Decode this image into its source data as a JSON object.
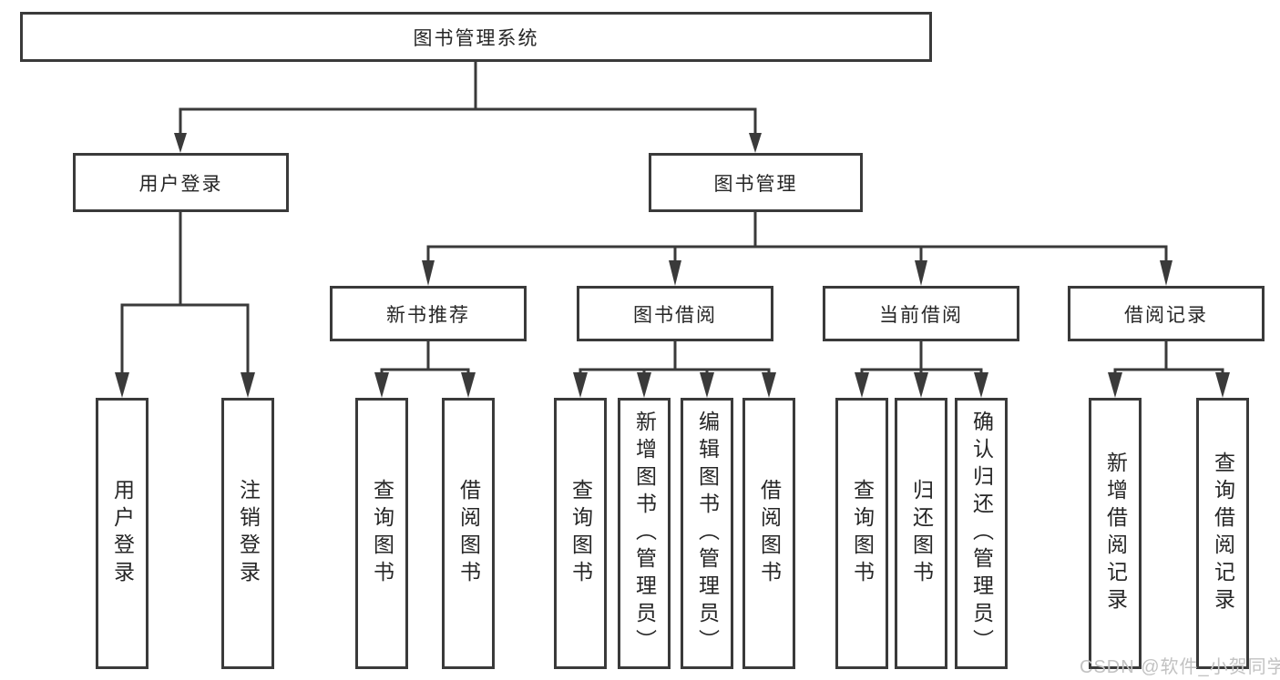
{
  "tree": {
    "root": {
      "label": "图书管理系统"
    },
    "branches": [
      {
        "label": "用户登录",
        "leaves": [
          {
            "label": "用户登录"
          },
          {
            "label": "注销登录"
          }
        ]
      },
      {
        "label": "图书管理",
        "groups": [
          {
            "label": "新书推荐",
            "leaves": [
              {
                "label": "查询图书"
              },
              {
                "label": "借阅图书"
              }
            ]
          },
          {
            "label": "图书借阅",
            "leaves": [
              {
                "label": "查询图书"
              },
              {
                "label": "新增图书（管理员）"
              },
              {
                "label": "编辑图书（管理员）"
              },
              {
                "label": "借阅图书"
              }
            ]
          },
          {
            "label": "当前借阅",
            "leaves": [
              {
                "label": "查询图书"
              },
              {
                "label": "归还图书"
              },
              {
                "label": "确认归还（管理员）"
              }
            ]
          },
          {
            "label": "借阅记录",
            "leaves": [
              {
                "label": "新增借阅记录"
              },
              {
                "label": "查询借阅记录"
              }
            ]
          }
        ]
      }
    ]
  },
  "watermark": {
    "text": "CSDN @软件_小贺同学"
  },
  "colors": {
    "line": "#3a3a3a",
    "text": "#262626",
    "watermark": "#c2c2c2",
    "background": "#ffffff"
  }
}
